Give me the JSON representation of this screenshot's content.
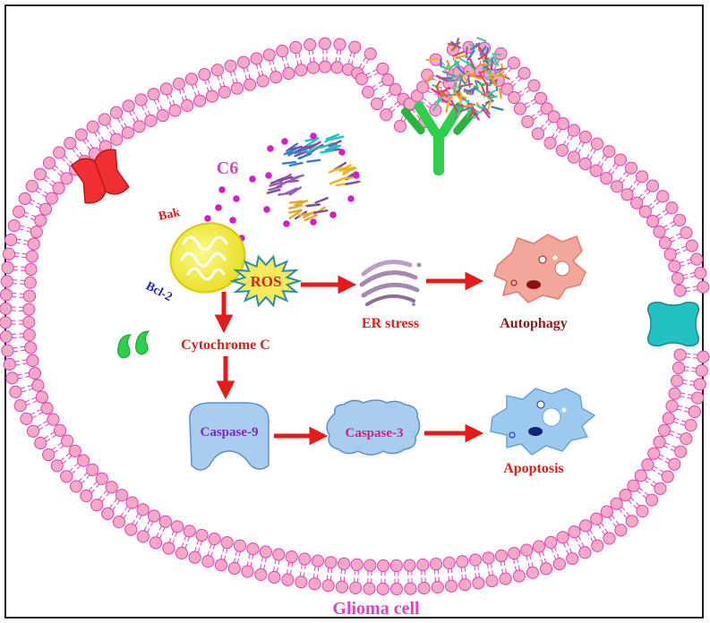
{
  "labels": {
    "c6": "C6",
    "bak": "Bak",
    "bcl2": "Bcl-2",
    "ros": "ROS",
    "er_stress": "ER stress",
    "autophagy": "Autophagy",
    "cytochrome_c": "Cytochrome C",
    "caspase9": "Caspase-9",
    "caspase3": "Caspase-3",
    "apoptosis": "Apoptosis",
    "cell_name": "Glioma cell"
  },
  "colors": {
    "membrane_head": "#f4aac6",
    "membrane_stroke": "#e23fc0",
    "arrow": "#e31b1b",
    "label_red": "#e31b1b",
    "label_magenta": "#e23fc0",
    "label_blue": "#1c27c9",
    "label_dark_red": "#8b1a1a",
    "caspase_fill": "#a9cdee",
    "caspase3_text": "#d21f7a",
    "caspase9_text": "#7a2bb5",
    "mito_fill": "#f4ef27",
    "ros_fill": "#f6e95c",
    "autophagy_cell": "#f2a79a",
    "apoptosis_cell": "#9cc9ee",
    "channel_red": "#f03030",
    "channel_teal": "#22c2c2",
    "antibody_green": "#2ecf4a"
  }
}
